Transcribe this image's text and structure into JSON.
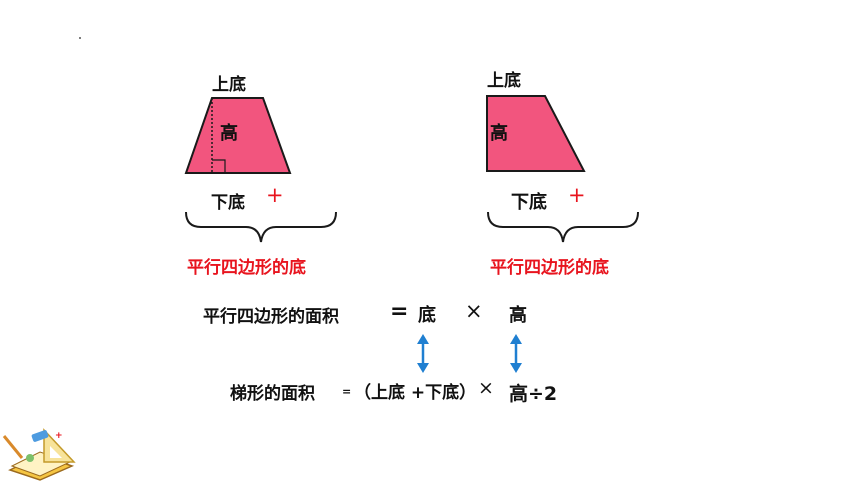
{
  "colors": {
    "shape_fill": "#f2557e",
    "shape_stroke": "#1a1a1a",
    "emphasis": "#e8141e",
    "arrow": "#1f7fd1",
    "text": "#111111"
  },
  "left_figure": {
    "top_label": "上底",
    "height_label": "高",
    "bottom_label": "下底",
    "plus": "+",
    "brace_caption": "平行四边形的底"
  },
  "right_figure": {
    "top_label": "上底",
    "height_label": "高",
    "bottom_label": "下底",
    "plus": "+",
    "brace_caption": "平行四边形的底"
  },
  "formula_parallelogram": {
    "name": "平行四边形的面积",
    "equals": "=",
    "base": "底",
    "times": "×",
    "height": "高"
  },
  "formula_trapezoid": {
    "name": "梯形的面积",
    "equals": "=",
    "paren_expr": "（上底 +下底）",
    "times": "×",
    "height_div": "高÷2"
  },
  "icons": {
    "arrow_left": "double-headed-arrow",
    "arrow_right": "double-headed-arrow",
    "corner_decoration": "stationery-book-ruler-icon"
  }
}
